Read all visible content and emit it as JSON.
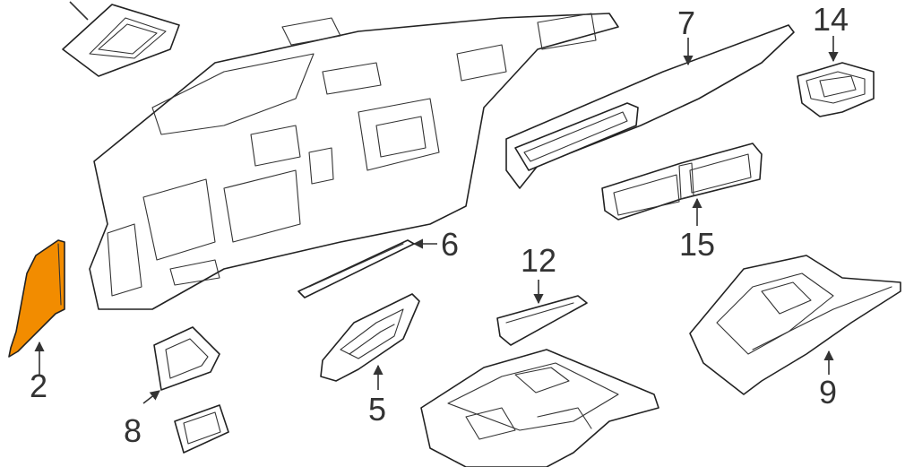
{
  "highlight_color": "#F28C00",
  "callouts": {
    "c2": "2",
    "c5": "5",
    "c6": "6",
    "c7": "7",
    "c8": "8",
    "c9": "9",
    "c12": "12",
    "c14": "14",
    "c15": "15"
  }
}
